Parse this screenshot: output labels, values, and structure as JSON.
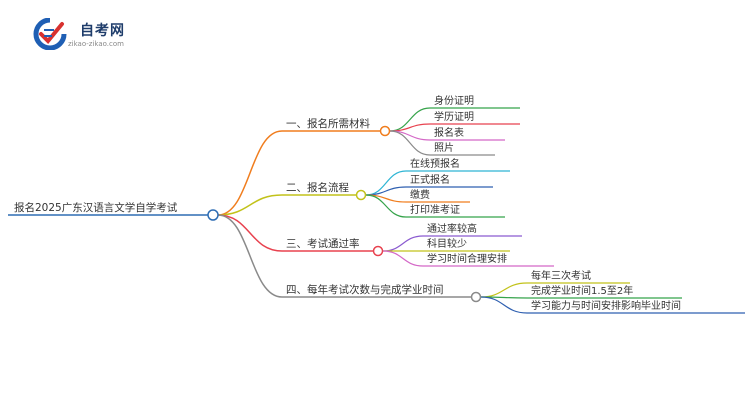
{
  "logo": {
    "site_name": "自考网",
    "site_url": "zikao-zikao.com",
    "colors": {
      "blue": "#1f5fb4",
      "red": "#d8312f",
      "text": "#1f3d6b"
    }
  },
  "mindmap": {
    "root": "报名2025广东汉语言文学自学考试",
    "branches": [
      {
        "label": "一、报名所需材料",
        "color": "#f07d1e",
        "children": [
          {
            "label": "身份证明",
            "color": "#35a34a"
          },
          {
            "label": "学历证明",
            "color": "#e8424f"
          },
          {
            "label": "报名表",
            "color": "#d468c7"
          },
          {
            "label": "照片",
            "color": "#8a8a8a"
          }
        ]
      },
      {
        "label": "二、报名流程",
        "color": "#c2c21a",
        "children": [
          {
            "label": "在线预报名",
            "color": "#2eb5d4"
          },
          {
            "label": "正式报名",
            "color": "#2e5fb0"
          },
          {
            "label": "缴费",
            "color": "#f07d1e"
          },
          {
            "label": "打印准考证",
            "color": "#35a34a"
          }
        ]
      },
      {
        "label": "三、考试通过率",
        "color": "#e8424f",
        "children": [
          {
            "label": "通过率较高",
            "color": "#8a5ad0"
          },
          {
            "label": "科目较少",
            "color": "#c2c21a"
          },
          {
            "label": "学习时间合理安排",
            "color": "#d468c7"
          }
        ]
      },
      {
        "label": "四、每年考试次数与完成学业时间",
        "color": "#8a8a8a",
        "children": [
          {
            "label": "每年三次考试",
            "color": "#c2c21a"
          },
          {
            "label": "完成学业时间1.5至2年",
            "color": "#35a34a"
          },
          {
            "label": "学习能力与时间安排影响毕业时间",
            "color": "#2e5fb0"
          }
        ]
      }
    ],
    "root_color": "#2e6db4"
  }
}
